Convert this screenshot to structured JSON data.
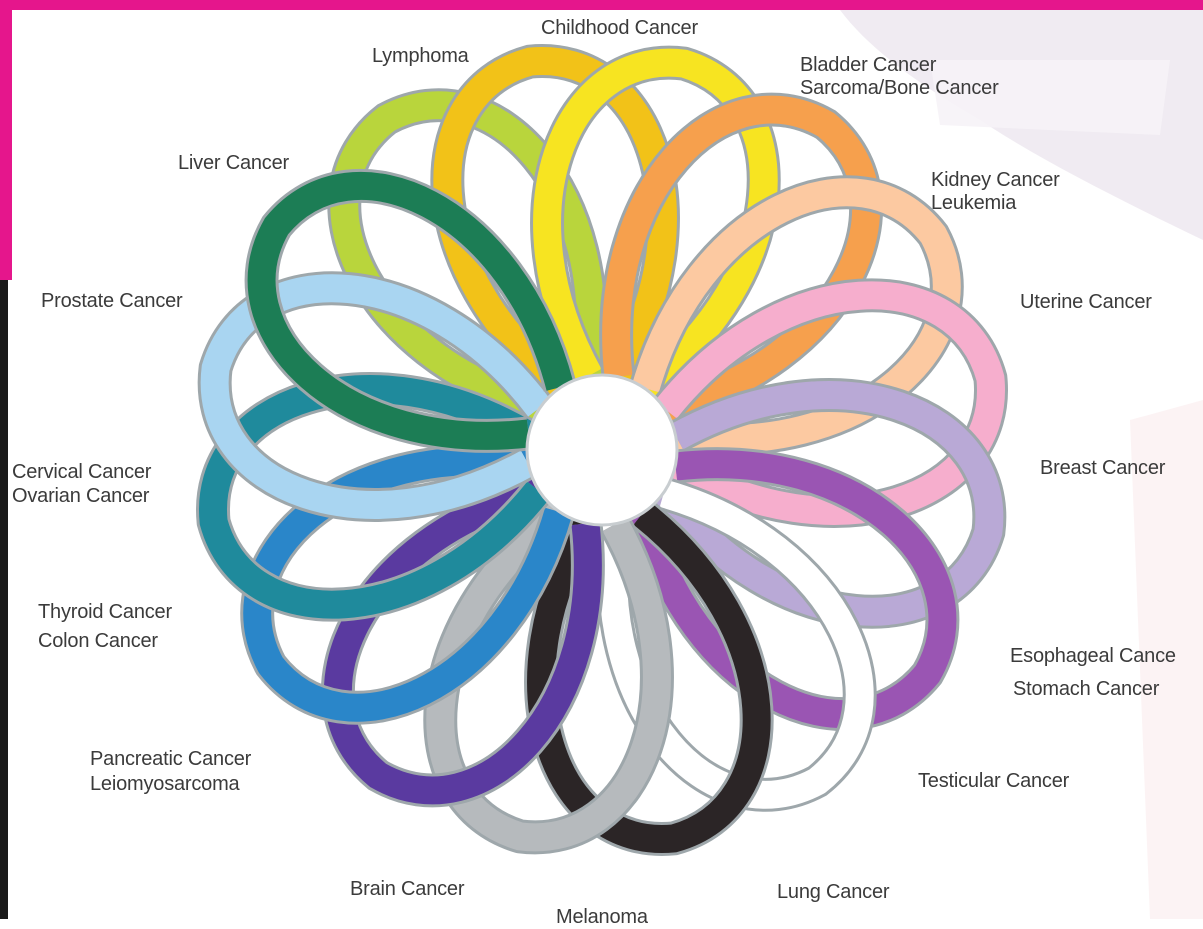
{
  "frame": {
    "accent_color": "#e5168c"
  },
  "labels": {
    "childhood": "Childhood Cancer",
    "lymphoma": "Lymphoma",
    "bladder": "Bladder Cancer",
    "sarcoma": "Sarcoma/Bone Cancer",
    "liver": "Liver Cancer",
    "kidney": "Kidney Cancer",
    "leukemia": "Leukemia",
    "prostate": "Prostate Cancer",
    "uterine": "Uterine Cancer",
    "cervical": "Cervical Cancer",
    "ovarian": "Ovarian Cancer",
    "breast": "Breast Cancer",
    "thyroid": "Thyroid Cancer",
    "colon": "Colon Cancer",
    "esophageal": "Esophageal Cance",
    "stomach": "Stomach Cancer",
    "pancreatic": "Pancreatic Cancer",
    "leiomyosarcoma": "Leiomyosarcoma",
    "testicular": "Testicular Cancer",
    "brain": "Brain Cancer",
    "lung": "Lung Cancer",
    "melanoma": "Melanoma"
  },
  "ribbons": [
    {
      "key": "lymphoma",
      "color": "#b9d53c"
    },
    {
      "key": "childhood",
      "color": "#f2c218"
    },
    {
      "key": "bladder",
      "color": "#f7e421"
    },
    {
      "key": "kidney",
      "color": "#f6a04d"
    },
    {
      "key": "uterine",
      "color": "#fcc9a1"
    },
    {
      "key": "breast",
      "color": "#f6aecd"
    },
    {
      "key": "esophageal",
      "color": "#b9a9d6"
    },
    {
      "key": "testicular",
      "color": "#9a55b3"
    },
    {
      "key": "lung",
      "color": "#ffffff"
    },
    {
      "key": "melanoma",
      "color": "#2b2526"
    },
    {
      "key": "brain",
      "color": "#b6babd"
    },
    {
      "key": "pancreatic",
      "color": "#5a3aa0"
    },
    {
      "key": "thyroid",
      "color": "#2a86c9"
    },
    {
      "key": "cervical",
      "color": "#1f8a9c"
    },
    {
      "key": "prostate",
      "color": "#a9d5f1"
    },
    {
      "key": "liver",
      "color": "#1c7d55"
    }
  ]
}
